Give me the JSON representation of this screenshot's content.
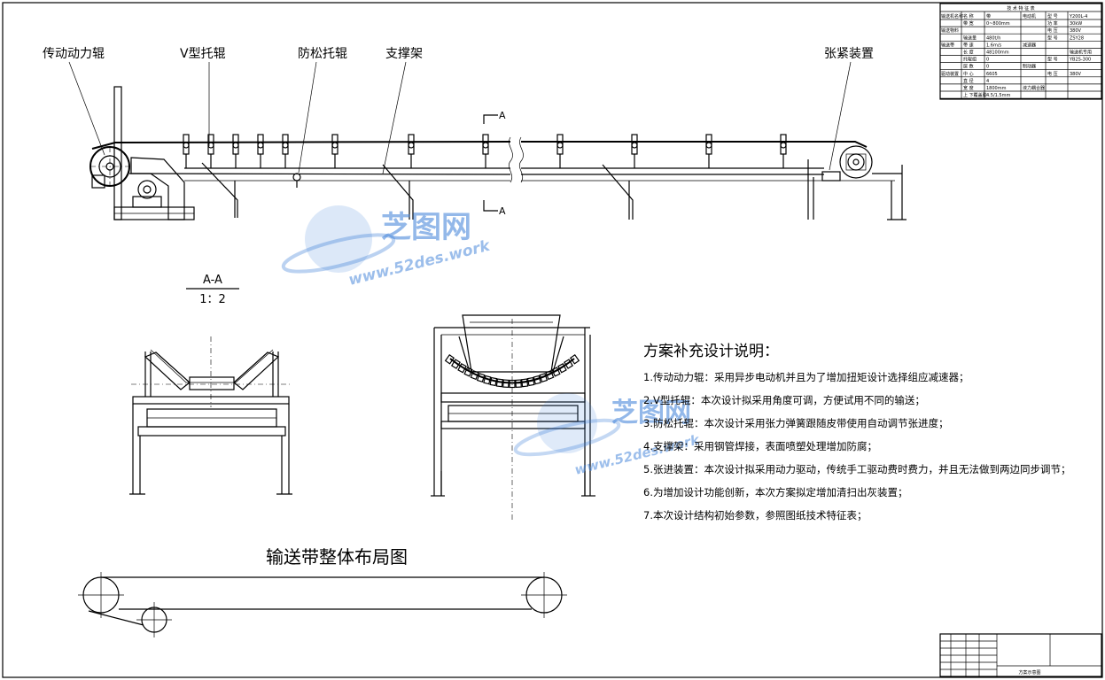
{
  "callouts": {
    "drive_roller": "传动动力辊",
    "v_idler": "V型托辊",
    "anti_loose_idler": "防松托辊",
    "support_frame": "支撑架",
    "tensioner": "张紧装置"
  },
  "section_marker": "A",
  "section_view": {
    "title": "A-A",
    "scale": "1：2"
  },
  "notes": {
    "title": "方案补充设计说明：",
    "items": [
      "1.传动动力辊：采用异步电动机并且为了增加扭矩设计选择组应减速器；",
      "2.V型托辊：本次设计拟采用角度可调，方便试用不同的输送；",
      "3.防松托辊：本次设计采用张力弹簧跟随皮带使用自动调节张进度；",
      "4.支撑架：采用钢管焊接，表面喷塑处理增加防腐；",
      "5.张进装置：本次设计拟采用动力驱动，传统手工驱动费时费力，并且无法做到两边同步调节；",
      "6.为增加设计功能创新，本次方案拟定增加清扫出灰装置；",
      "7.本次设计结构初始参数，参照图纸技术特征表；"
    ]
  },
  "layout_title": "输送带整体布局图",
  "spec_table": {
    "title": "技 术 特 征 表",
    "rows": [
      [
        "输送机名称",
        "名 称",
        "带",
        "电动机",
        "型 号",
        "Y200L-4"
      ],
      [
        "",
        "带 宽",
        "0~800mm",
        "",
        "功 率",
        "30kW"
      ],
      [
        "输送物料",
        "",
        "",
        "",
        "电 压",
        "380V"
      ],
      [
        "",
        "输送量",
        "480t/h",
        "",
        "型 号",
        "ZSY28"
      ],
      [
        "输送带",
        "带 速",
        "1.6m/s",
        "减速器",
        "",
        ""
      ],
      [
        "",
        "长 度",
        "48100mm",
        "",
        "",
        "输送机专用"
      ],
      [
        "",
        "托辊组",
        "0",
        "",
        "型 号",
        "YB2S-300"
      ],
      [
        "",
        "层 数",
        "0",
        "制动器",
        "",
        ""
      ],
      [
        "驱动装置",
        "中 心",
        "6605",
        "",
        "电 压",
        "380V"
      ],
      [
        "",
        "直 径",
        "4",
        "",
        "",
        ""
      ],
      [
        "",
        "宽 度",
        "1800mm",
        "液力耦合器",
        "",
        ""
      ],
      [
        "",
        "上 下覆盖胶",
        "4.5/1.5mm",
        "",
        "",
        ""
      ]
    ]
  },
  "title_block": {
    "drawing_name": "方案示意图"
  },
  "watermark": {
    "brand": "芝图网",
    "url": "www.52des.work"
  }
}
